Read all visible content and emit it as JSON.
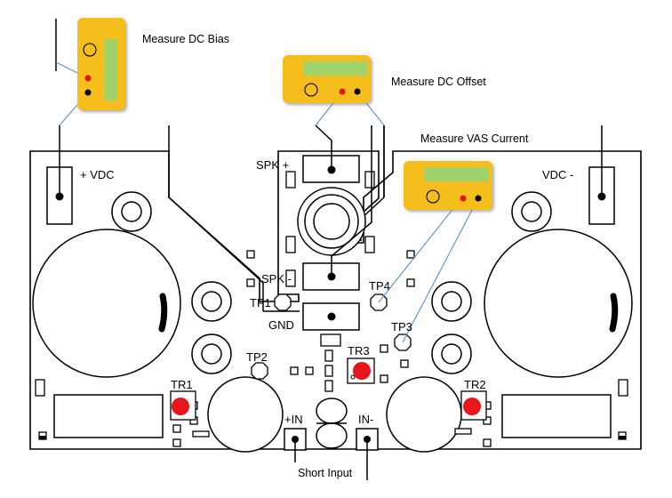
{
  "callouts": {
    "dc_bias": "Measure DC Bias",
    "dc_offset": "Measure DC Offset",
    "vas_current": "Measure VAS Current",
    "short_input": "Short Input"
  },
  "labels": {
    "vdc_pos": "+ VDC",
    "vdc_neg": "VDC -",
    "spk_pos": "SPK +",
    "spk_neg": "SPK -",
    "gnd": "GND",
    "tp1": "TP1",
    "tp2": "TP2",
    "tp3": "TP3",
    "tp4": "TP4",
    "tr1": "TR1",
    "tr2": "TR2",
    "tr3": "TR3",
    "in_pos": "+IN",
    "in_neg": "IN-"
  },
  "colors": {
    "meter_body": "#F5BE1E",
    "meter_display": "#9FD26B",
    "probe_red": "#E0161C",
    "probe_line": "#5B8FC9",
    "pcb_outline": "#000000",
    "trimmer_dot": "#E8161C"
  }
}
